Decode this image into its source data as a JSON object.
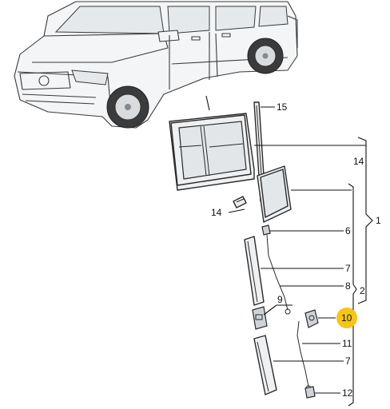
{
  "callouts": {
    "c15": "15",
    "c14_panel": "14",
    "c14_part": "14",
    "c1": "1",
    "c6": "6",
    "c7_upper": "7",
    "c8": "8",
    "c2": "2",
    "c9": "9",
    "c10": "10",
    "c11": "11",
    "c7_lower": "7",
    "c12": "12"
  },
  "colors": {
    "highlight": "#f5c518",
    "line": "#111111"
  }
}
